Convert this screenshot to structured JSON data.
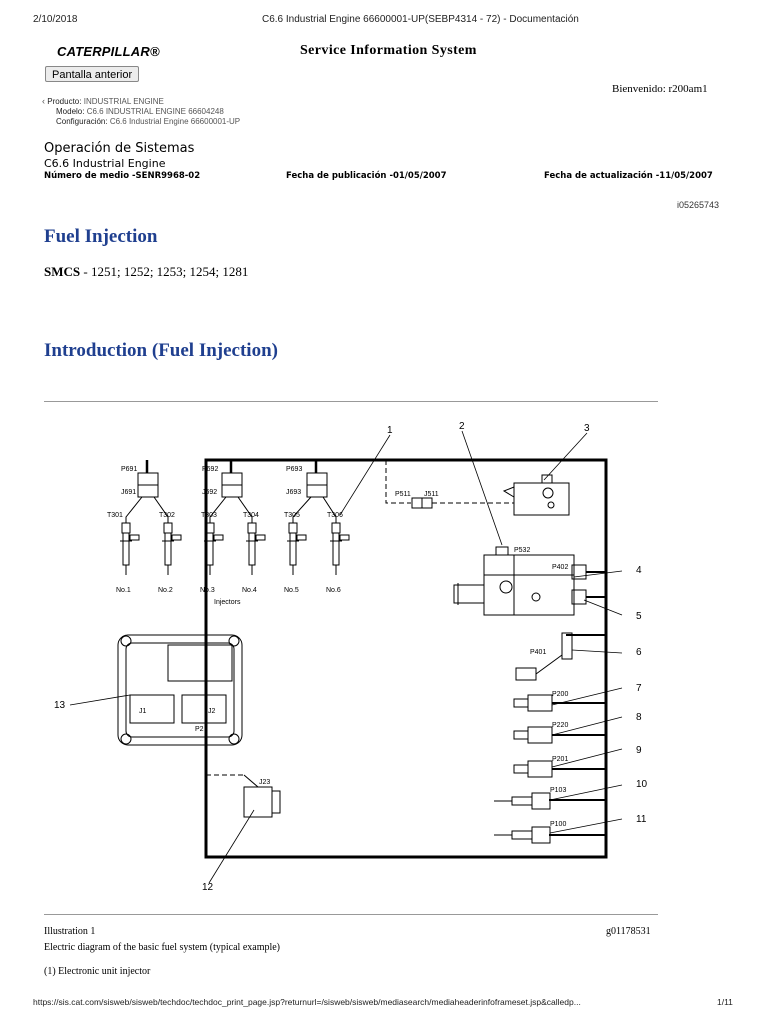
{
  "print_header": {
    "date": "2/10/2018",
    "doc_title": "C6.6 Industrial Engine 66600001-UP(SEBP4314 - 72) - Documentación"
  },
  "header": {
    "logo": "CATERPILLAR®",
    "system_title": "Service Information System",
    "back_button": "Pantalla anterior",
    "welcome": "Bienvenido: r200am1"
  },
  "breadcrumb": {
    "product_label": "Producto:",
    "product_value": "INDUSTRIAL ENGINE",
    "model_label": "Modelo:",
    "model_value": "C6.6 INDUSTRIAL ENGINE 66604248",
    "config_label": "Configuración:",
    "config_value": "C6.6 Industrial Engine 66600001-UP"
  },
  "doc_meta": {
    "section": "Operación de Sistemas",
    "engine": "C6.6 Industrial Engine",
    "media_number": "Número de medio -SENR9968-02",
    "pub_date": "Fecha de publicación -01/05/2007",
    "update_date": "Fecha de actualización -11/05/2007",
    "doc_id": "i05265743"
  },
  "content": {
    "title": "Fuel Injection",
    "smcs_label": "SMCS",
    "smcs_codes": " - 1251; 1252; 1253; 1254; 1281",
    "intro_title": "Introduction (Fuel Injection)"
  },
  "diagram": {
    "callouts": [
      "1",
      "2",
      "3",
      "4",
      "5",
      "6",
      "7",
      "8",
      "9",
      "10",
      "11",
      "12",
      "13"
    ],
    "connectors": {
      "p691": "P691",
      "j691": "J691",
      "p692": "P692",
      "j692": "J692",
      "p693": "P693",
      "j693": "J693",
      "p511": "P511",
      "j511": "J511",
      "p532": "P532",
      "p402": "P402",
      "p401": "P401",
      "p200": "P200",
      "p220": "P220",
      "p201": "P201",
      "p103": "P103",
      "p100": "P100",
      "j1": "J1",
      "j2": "J2",
      "p2": "P2",
      "j23": "J23"
    },
    "injector_terminals": [
      "T301",
      "T302",
      "T303",
      "T304",
      "T305",
      "T306"
    ],
    "injector_nums": [
      "No.1",
      "No.2",
      "No.3",
      "No.4",
      "No.5",
      "No.6"
    ],
    "injectors_label": "Injectors"
  },
  "caption": {
    "illustration": "Illustration 1",
    "graphic_id": "g01178531",
    "description": "Electric diagram of the basic fuel system (typical example)",
    "item1": "(1) Electronic unit injector"
  },
  "print_footer": {
    "url": "https://sis.cat.com/sisweb/sisweb/techdoc/techdoc_print_page.jsp?returnurl=/sisweb/sisweb/mediasearch/mediaheaderinfoframeset.jsp&calledp...",
    "page": "1/11"
  }
}
